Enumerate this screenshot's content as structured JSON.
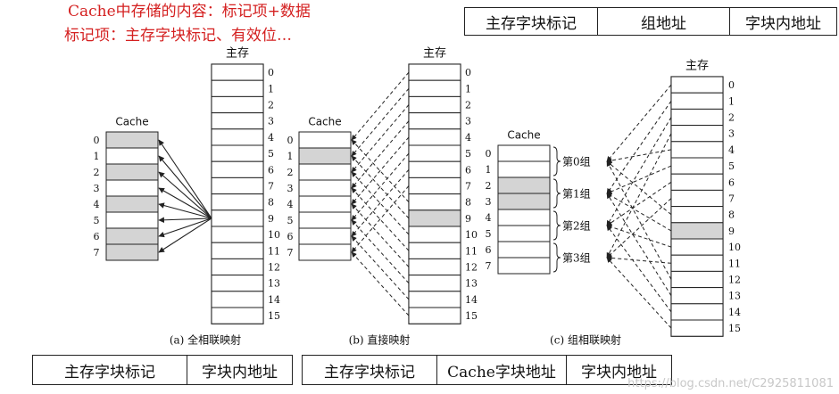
{
  "notes": {
    "line1": "Cache中存储的内容：标记项+数据",
    "line2": "标记项：主存字块标记、有效位…"
  },
  "address_formats": {
    "top_right": [
      "主存字块标记",
      "组地址",
      "字块内地址"
    ],
    "fully_associative": [
      "主存字块标记",
      "字块内地址"
    ],
    "direct_mapped": [
      "主存字块标记",
      "Cache字块地址",
      "字块内地址"
    ]
  },
  "diagram": {
    "main_memory_label": "主存",
    "cache_label": "Cache",
    "main_memory_blocks": [
      "0",
      "1",
      "2",
      "3",
      "4",
      "5",
      "6",
      "7",
      "8",
      "9",
      "10",
      "11",
      "12",
      "13",
      "14",
      "15"
    ],
    "cache_lines": [
      "0",
      "1",
      "2",
      "3",
      "4",
      "5",
      "6",
      "7"
    ],
    "panels": [
      {
        "caption": "(a) 全相联映射",
        "highlighted_cache_lines": [
          0,
          2,
          4,
          6,
          7
        ],
        "highlighted_memory_block": null,
        "target_memory_block": 9
      },
      {
        "caption": "(b) 直接映射",
        "highlighted_cache_lines": [
          1
        ],
        "highlighted_memory_block": 9
      },
      {
        "caption": "(c) 组相联映射",
        "highlighted_cache_lines": [
          2,
          3
        ],
        "highlighted_memory_block": 9,
        "group_labels": [
          "第0组",
          "第1组",
          "第2组",
          "第3组"
        ]
      }
    ]
  },
  "watermark": "https://blog.csdn.net/C2925811081",
  "colors": {
    "note_red": "#d42020",
    "highlight_gray": "#d4d4d4",
    "line_black": "#222222"
  }
}
